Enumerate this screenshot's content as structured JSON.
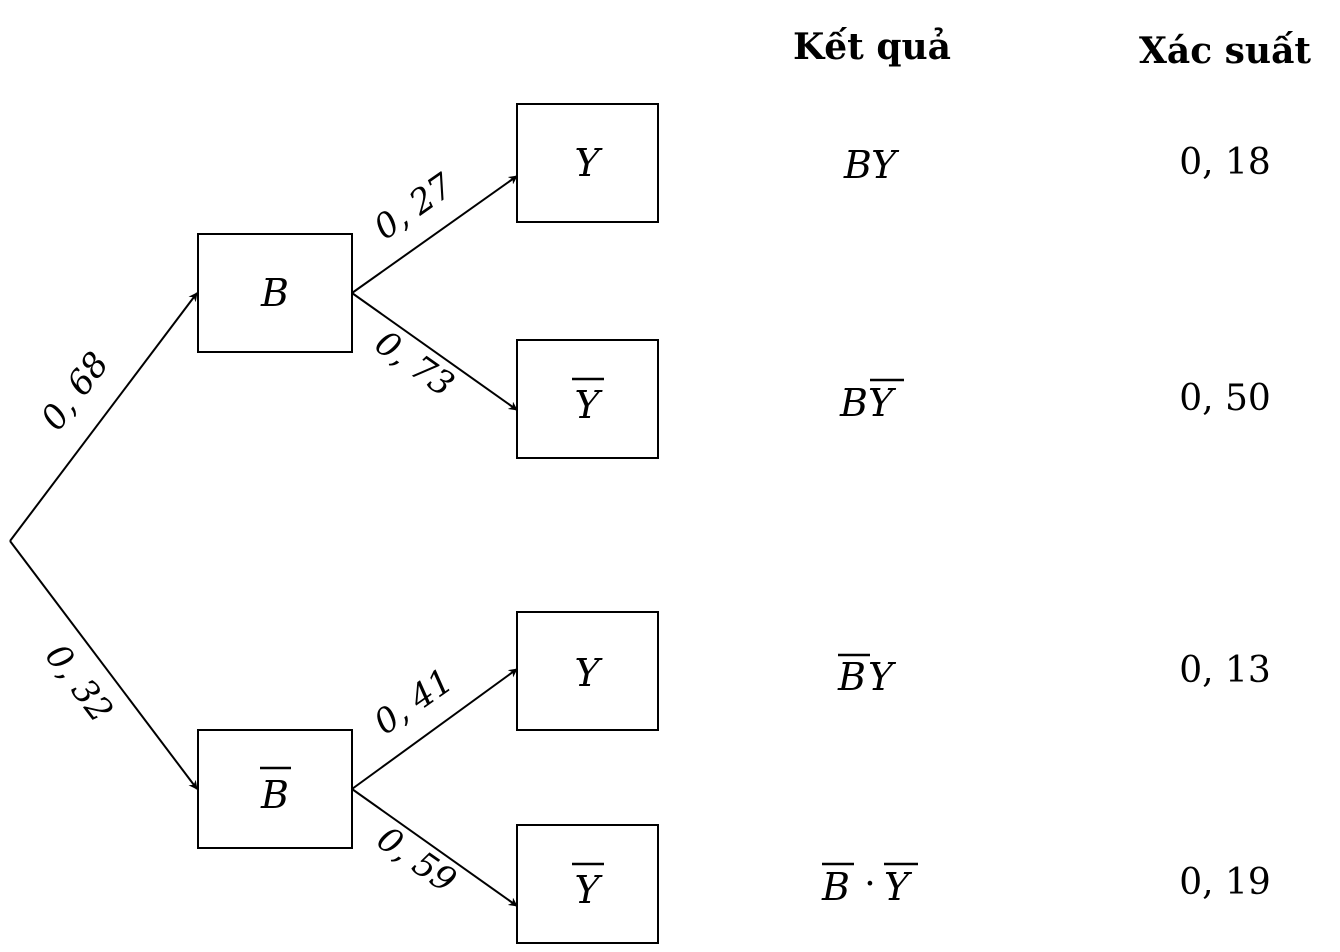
{
  "headers": {
    "outcome": "Kết quả",
    "probability": "Xác suất"
  },
  "nodes": {
    "b": "B",
    "b_bar": "B",
    "y1": "Y",
    "y1_bar": "Y",
    "y2": "Y",
    "y2_bar": "Y"
  },
  "edges": {
    "root_b": "0, 68",
    "root_b_bar": "0, 32",
    "b_y": "0, 27",
    "b_y_bar": "0, 73",
    "b_bar_y": "0, 41",
    "b_bar_y_bar": "0, 59"
  },
  "outcomes": {
    "o1": "BY",
    "o2_b": "B",
    "o2_y": "Y",
    "o3_b": "B",
    "o3_y": "Y",
    "o4_b": "B",
    "o4_dot": "·",
    "o4_y": "Y"
  },
  "probabilities": {
    "p1": "0, 18",
    "p2": "0, 50",
    "p3": "0, 13",
    "p4": "0, 19"
  }
}
